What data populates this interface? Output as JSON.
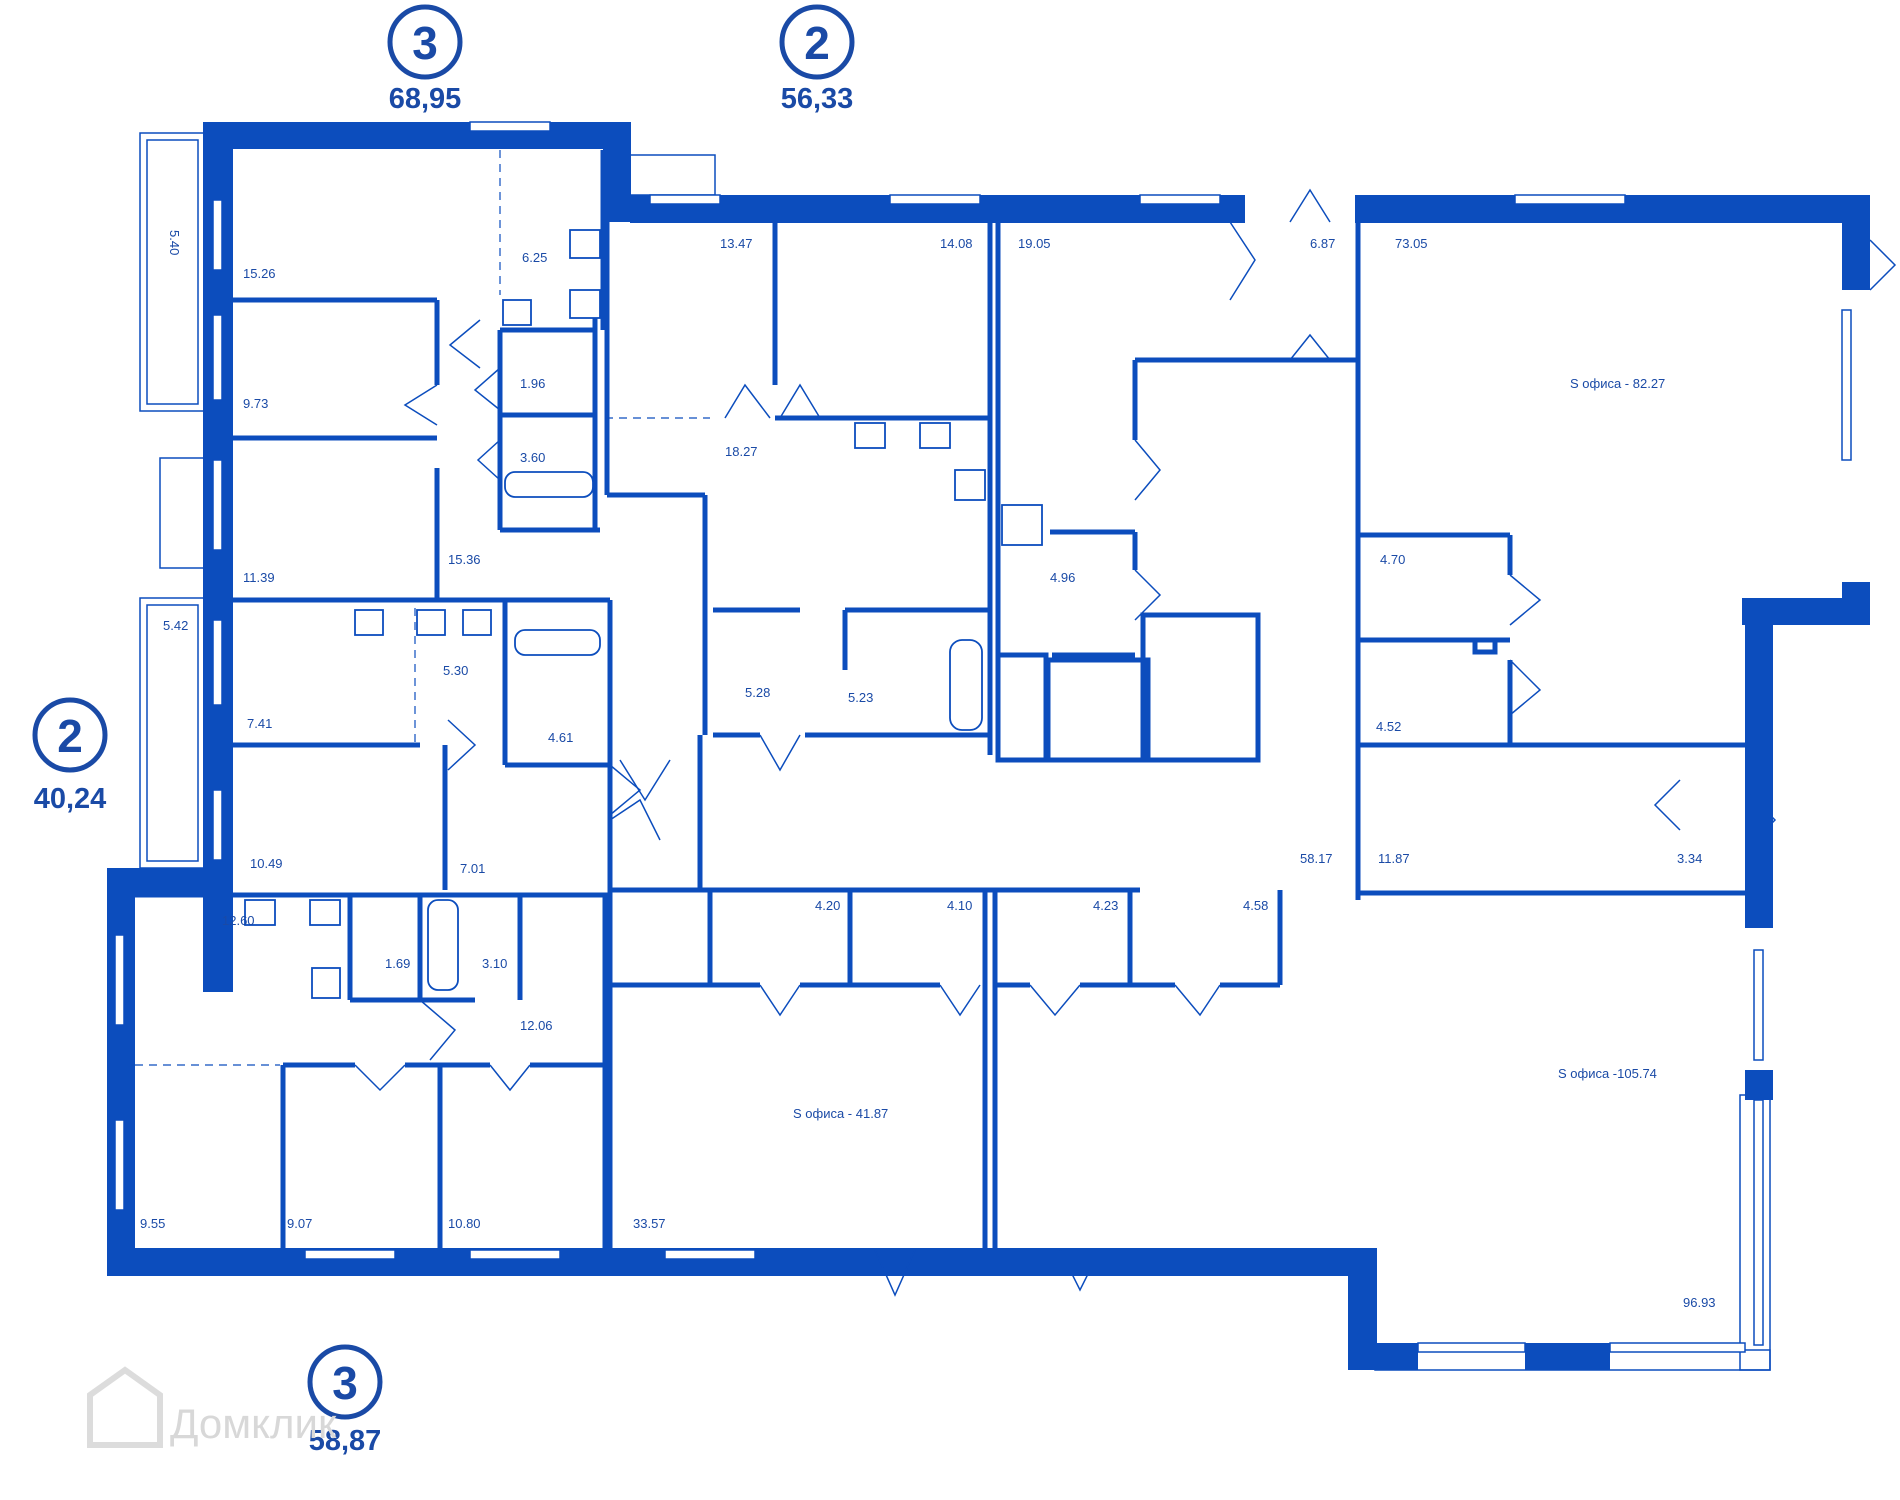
{
  "apartments": [
    {
      "rooms": "3",
      "area": "68,95"
    },
    {
      "rooms": "2",
      "area": "56,33"
    },
    {
      "rooms": "2",
      "area": "40,24"
    },
    {
      "rooms": "3",
      "area": "58,87"
    }
  ],
  "room_labels": [
    "5.40",
    "15.26",
    "6.25",
    "13.47",
    "14.08",
    "19.05",
    "6.87",
    "73.05",
    "1.96",
    "9.73",
    "3.60",
    "18.27",
    "S офиса - 82.27",
    "11.39",
    "15.36",
    "4.96",
    "4.70",
    "5.42",
    "5.30",
    "7.41",
    "4.61",
    "5.28",
    "5.23",
    "4.52",
    "10.49",
    "7.01",
    "58.17",
    "11.87",
    "3.34",
    "12.60",
    "1.69",
    "3.10",
    "4.20",
    "4.10",
    "4.23",
    "4.58",
    "12.06",
    "S офиса - 41.87",
    "S офиса -105.74",
    "9.55",
    "9.07",
    "10.80",
    "33.57",
    "96.93"
  ],
  "watermark": "Домклик",
  "colors": {
    "walls": "#0c4dbd",
    "text": "#1a4aa6",
    "background": "#ffffff"
  }
}
